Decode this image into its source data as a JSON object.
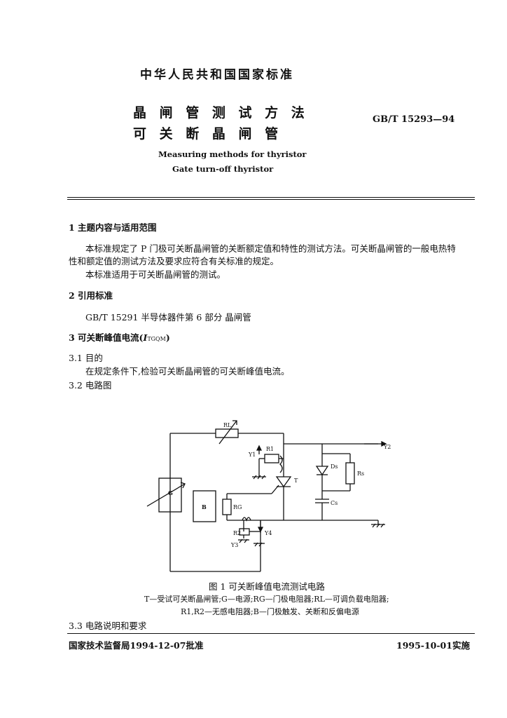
{
  "header": {
    "issuer": "中华人民共和国国家标准",
    "title_cn_line1": "晶 闸 管 测 试 方 法",
    "title_cn_line2": "可  关  断  晶  闸  管",
    "code": "GB/T 15293—94",
    "title_en_line1": "Measuring methods for thyristor",
    "title_en_line2": "Gate turn-off thyristor"
  },
  "sections": {
    "s1_heading": "1   主题内容与适用范围",
    "s1_p1_line1": "本标准规定了 P 门极可关断晶闸管的关断额定值和特性的测试方法。可关断晶闸管的一般电热特",
    "s1_p1_line2": "性和额定值的测试方法及要求应符合有关标准的规定。",
    "s1_p2": "本标准适用于可关断晶闸管的测试。",
    "s2_heading": "2   引用标准",
    "s2_ref": "GB/T 15291   半导体器件第 6 部分   晶闸管",
    "s3_heading": "3   可关断峰值电流(",
    "s3_symbol": "I",
    "s3_subscript": "TGQM",
    "s3_close": ")",
    "s3_1_heading": "3.1   目的",
    "s3_1_text": "在规定条件下,检验可关断晶闸管的可关断峰值电流。",
    "s3_2_heading": "3.2   电路图",
    "s3_3_heading": "3.3   电路说明和要求"
  },
  "figure": {
    "caption": "图 1    可关断峰值电流测试电路",
    "legend_line1": "T—受试可关断晶闸管;G—电源;R",
    "legend_line1_full": "T—受试可关断晶闸管;G—电源;RG—门极电阻器;RL—可调负载电阻器;",
    "legend_line2_full": "R1,R2—无感电阻器;B—门极触发、关断和反偏电源",
    "labels": {
      "rl": "RL",
      "r1": "R1",
      "r2": "R2",
      "rg": "RG",
      "rs": "Rs",
      "ds": "Ds",
      "cs": "Cs",
      "y1": "Y1",
      "y2": "Y2",
      "y3": "Y3",
      "y4": "Y4",
      "t": "T",
      "g": "G",
      "b": "B"
    }
  },
  "footer": {
    "left": "国家技术监督局1994-12-07批准",
    "right": "1995-10-01实施"
  }
}
